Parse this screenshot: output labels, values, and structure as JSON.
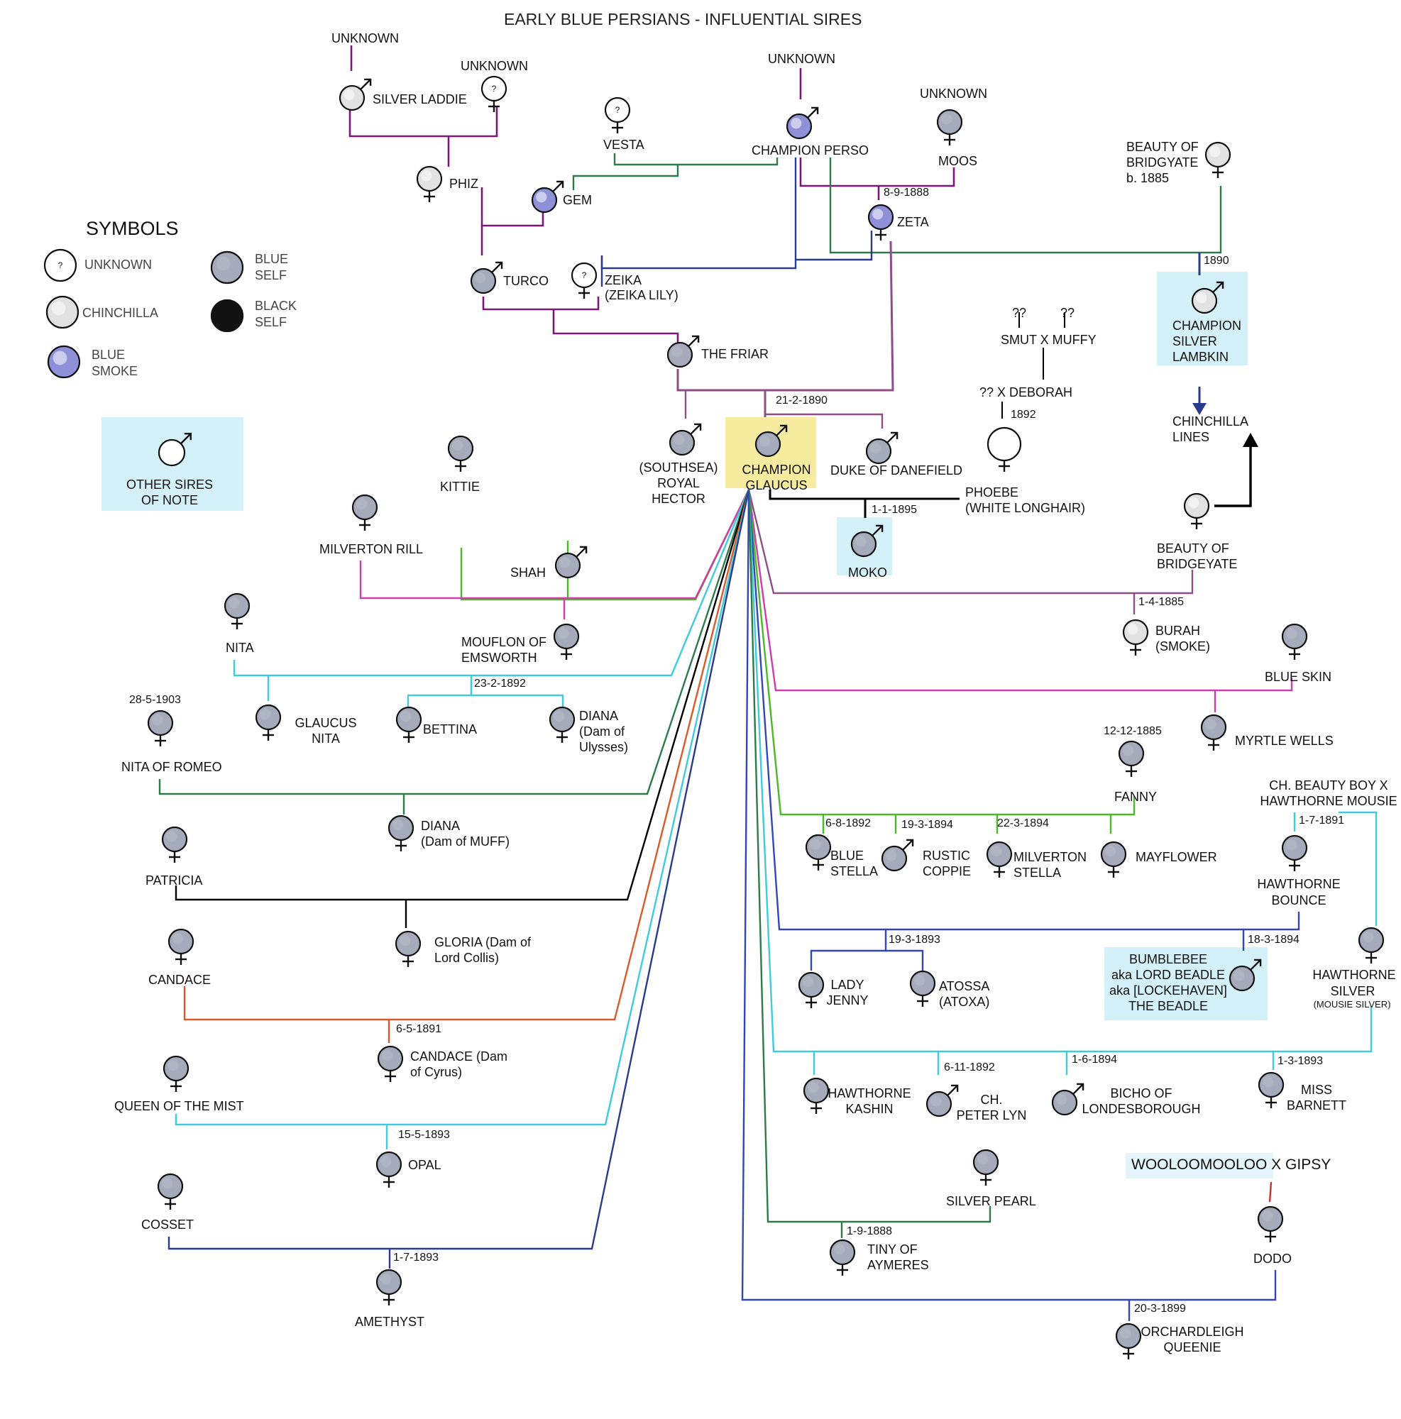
{
  "title": "EARLY BLUE PERSIANS - INFLUENTIAL SIRES",
  "legend": {
    "heading": "SYMBOLS",
    "unknown": "UNKNOWN",
    "chinchilla": "CHINCHILLA",
    "blue_smoke": [
      "BLUE",
      "SMOKE"
    ],
    "blue_self": [
      "BLUE",
      "SELF"
    ],
    "black_self": [
      "BLACK",
      "SELF"
    ],
    "other_sires": [
      "OTHER SIRES",
      "OF NOTE"
    ],
    "q": "?"
  },
  "colors": {
    "blue_self": "#a6abbb",
    "chinchilla": "#e2e2e2",
    "blue_smoke": "#8e90d8",
    "highlight_yellow": "#f6eb9f",
    "highlight_blue": "#d4f0f8",
    "purple": "#7a1877",
    "green": "#2e7a4a",
    "navy": "#2a3a8c",
    "mauve": "#8b4f86",
    "pink": "#cc3fa8",
    "cyan": "#3fcbdc",
    "lime": "#4bb828",
    "black": "#000000",
    "orange": "#dc5a2a",
    "blue": "#3445b8",
    "red": "#c8302b"
  },
  "labels": {
    "unknown1": "UNKNOWN",
    "unknown2": "UNKNOWN",
    "unknown3": "UNKNOWN",
    "unknown4": "UNKNOWN",
    "silver_laddie": "SILVER LADDIE",
    "phiz": "PHIZ",
    "gem": "GEM",
    "vesta": "VESTA",
    "champion_perso": "CHAMPION PERSO",
    "moos": "MOOS",
    "zeta": "ZETA",
    "beauty_top": [
      "BEAUTY OF",
      "BRIDGYATE",
      "b. 1885"
    ],
    "turco": "TURCO",
    "zeika": [
      "ZEIKA",
      "(ZEIKA LILY)"
    ],
    "the_friar": "THE FRIAR",
    "lambkin": [
      "CHAMPION",
      "SILVER",
      "LAMBKIN"
    ],
    "chinchilla_lines": [
      "CHINCHILLA",
      "LINES"
    ],
    "smut_q": "??",
    "muffy_q": "??",
    "smut_muffy": "SMUT X MUFFY",
    "deborah": "??  X DEBORAH",
    "royal_hector": [
      "(SOUTHSEA)",
      "ROYAL",
      "HECTOR"
    ],
    "glaucus": [
      "CHAMPION",
      "GLAUCUS"
    ],
    "danefield": "DUKE OF DANEFIELD",
    "phoebe": [
      "PHOEBE",
      "(WHITE LONGHAIR)"
    ],
    "kittie": "KITTIE",
    "shah": "SHAH",
    "moko": "MOKO",
    "milverton_rill": "MILVERTON RILL",
    "beauty_bottom": [
      "BEAUTY OF",
      "BRIDGEYATE"
    ],
    "mouflon": [
      "MOUFLON OF",
      "EMSWORTH"
    ],
    "nita": "NITA",
    "burah": [
      "BURAH",
      "(SMOKE)"
    ],
    "blue_skin": "BLUE SKIN",
    "nita_romeo": "NITA OF ROMEO",
    "glaucus_nita": [
      "GLAUCUS",
      "NITA"
    ],
    "bettina": "BETTINA",
    "diana_ulysses": [
      "DIANA",
      "(Dam of",
      "Ulysses)"
    ],
    "myrtle": "MYRTLE WELLS",
    "fanny": "FANNY",
    "beauty_boy": [
      "CH. BEAUTY BOY X",
      "HAWTHORNE MOUSIE"
    ],
    "diana_muff": [
      "DIANA",
      "(Dam of MUFF)"
    ],
    "patricia": "PATRICIA",
    "blue_stella": [
      "BLUE",
      "STELLA"
    ],
    "rustic": [
      "RUSTIC",
      "COPPIE"
    ],
    "milverton_stella": [
      "MILVERTON",
      "STELLA"
    ],
    "mayflower": "MAYFLOWER",
    "hawthorne_bounce": [
      "HAWTHORNE",
      "BOUNCE"
    ],
    "gloria": [
      "GLORIA (Dam of",
      "Lord Collis)"
    ],
    "candace": "CANDACE",
    "lady_jenny": [
      "LADY",
      "JENNY"
    ],
    "atossa": [
      "ATOSSA",
      "(ATOXA)"
    ],
    "bumblebee": [
      "BUMBLEBEE",
      "aka LORD BEADLE",
      "aka [LOCKEHAVEN]",
      "THE BEADLE"
    ],
    "hawthorne_silver": [
      "HAWTHORNE",
      "SILVER",
      "(MOUSIE SILVER)"
    ],
    "candace_cyrus": [
      "CANDACE (Dam",
      "of Cyrus)"
    ],
    "queen_mist": "QUEEN OF THE MIST",
    "kashin": [
      "HAWTHORNE",
      "KASHIN"
    ],
    "peter_lyn": [
      "CH.",
      "PETER LYN"
    ],
    "bicho": [
      "BICHO OF",
      "LONDESBOROUGH"
    ],
    "miss_barnett": [
      "MISS",
      "BARNETT"
    ],
    "opal": "OPAL",
    "silver_pearl": "SILVER PEARL",
    "wooloo": "WOOLOOMOOLOO  X  GIPSY",
    "cosset": "COSSET",
    "tiny": [
      "TINY OF",
      "AYMERES"
    ],
    "dodo": "DODO",
    "amethyst": "AMETHYST",
    "orchardleigh": [
      "ORCHARDLEIGH",
      "QUEENIE"
    ]
  },
  "dates": {
    "zeta": "8-9-1888",
    "lambkin": "1890",
    "deborah": "1892",
    "glaucus": "21-2-1890",
    "moko": "1-1-1895",
    "burah": "1-4-1885",
    "bettina": "23-2-1892",
    "nita_romeo": "28-5-1903",
    "fanny": "12-12-1885",
    "bounce": "1-7-1891",
    "blue_stella": "6-8-1892",
    "rustic": "19-3-1894",
    "milverton_stella": "22-3-1894",
    "jenny": "19-3-1893",
    "bumblebee": "18-3-1894",
    "candace_cyrus": "6-5-1891",
    "peter_lyn": "6-11-1892",
    "bicho": "1-6-1894",
    "barnett": "1-3-1893",
    "opal": "15-5-1893",
    "tiny": "1-9-1888",
    "amethyst": "1-7-1893",
    "orchardleigh": "20-3-1899"
  }
}
